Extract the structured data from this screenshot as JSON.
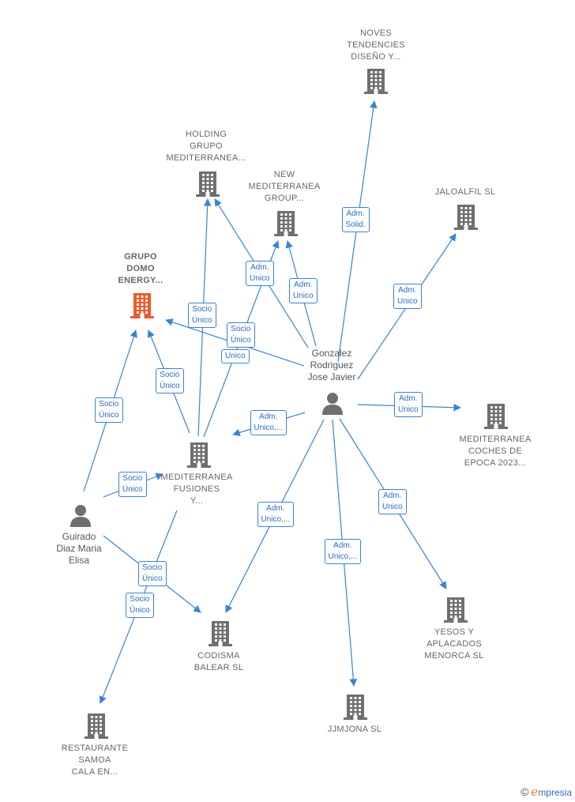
{
  "colors": {
    "edge": "#3b82d6",
    "company": "#6f6f6f",
    "focus": "#f05a28",
    "person": "#6f6f6f"
  },
  "nodes": [
    {
      "id": "noves",
      "type": "company",
      "label": [
        "NOVES",
        "TENDENCIES",
        "DISEÑO Y..."
      ]
    },
    {
      "id": "holding",
      "type": "company",
      "label": [
        "HOLDING",
        "GRUPO",
        "MEDITERRANEA..."
      ]
    },
    {
      "id": "newmed",
      "type": "company",
      "label": [
        "NEW",
        "MEDITERRANEA",
        "GROUP..."
      ]
    },
    {
      "id": "jaloalfil",
      "type": "company",
      "label": [
        "JALOALFIL SL"
      ]
    },
    {
      "id": "grupo",
      "type": "company",
      "focus": true,
      "label": [
        "GRUPO",
        "DOMO",
        "ENERGY..."
      ]
    },
    {
      "id": "gonzalez",
      "type": "person",
      "label": [
        "Gonzalez",
        "Rodriguez",
        "Jose Javier"
      ]
    },
    {
      "id": "coches",
      "type": "company",
      "label": [
        "MEDITERRANEA",
        "COCHES DE",
        "EPOCA 2023..."
      ]
    },
    {
      "id": "fusiones",
      "type": "company",
      "label": [
        "MEDITERRANEA",
        "FUSIONES",
        "Y..."
      ]
    },
    {
      "id": "guirado",
      "type": "person",
      "label": [
        "Guirado",
        "Diaz Maria",
        "Elisa"
      ]
    },
    {
      "id": "yesos",
      "type": "company",
      "label": [
        "YESOS Y",
        "APLACADOS",
        "MENORCA SL"
      ]
    },
    {
      "id": "codisma",
      "type": "company",
      "label": [
        "CODISMA",
        "BALEAR  SL"
      ]
    },
    {
      "id": "jjmjona",
      "type": "company",
      "label": [
        "JJMJONA SL"
      ]
    },
    {
      "id": "restaurante",
      "type": "company",
      "label": [
        "RESTAURANTE",
        "SAMOA",
        "CALA EN..."
      ]
    }
  ],
  "edges": [
    {
      "id": "e1",
      "label": [
        "Adm.",
        "Solid."
      ]
    },
    {
      "id": "e2",
      "label": [
        "Adm.",
        "Unico"
      ]
    },
    {
      "id": "e3",
      "label": [
        "Adm.",
        "Unico"
      ]
    },
    {
      "id": "e4",
      "label": [
        "Adm.",
        "Unico"
      ]
    },
    {
      "id": "e5",
      "label": [
        "Socio",
        "Único"
      ]
    },
    {
      "id": "e6",
      "label": [
        "Socio",
        "Único"
      ]
    },
    {
      "id": "e7",
      "label": [
        "Unico"
      ]
    },
    {
      "id": "e8",
      "label": [
        "Socio",
        "Único"
      ]
    },
    {
      "id": "e9",
      "label": [
        "Adm.",
        "Unico,..."
      ]
    },
    {
      "id": "e10",
      "label": [
        "Adm.",
        "Unico"
      ]
    },
    {
      "id": "e11",
      "label": [
        "Socio",
        "Único"
      ]
    },
    {
      "id": "e12",
      "label": [
        "Socio",
        "Único"
      ]
    },
    {
      "id": "e13",
      "label": [
        "Adm.",
        "Unico,..."
      ]
    },
    {
      "id": "e14",
      "label": [
        "Adm.",
        "Unico"
      ]
    },
    {
      "id": "e15",
      "label": [
        "Adm.",
        "Unico,..."
      ]
    },
    {
      "id": "e16",
      "label": [
        "Socio",
        "Único"
      ]
    },
    {
      "id": "e17",
      "label": [
        "Socio",
        "Único"
      ]
    }
  ],
  "brand": {
    "copyright": "©",
    "initial": "e",
    "rest": "mpresia"
  }
}
